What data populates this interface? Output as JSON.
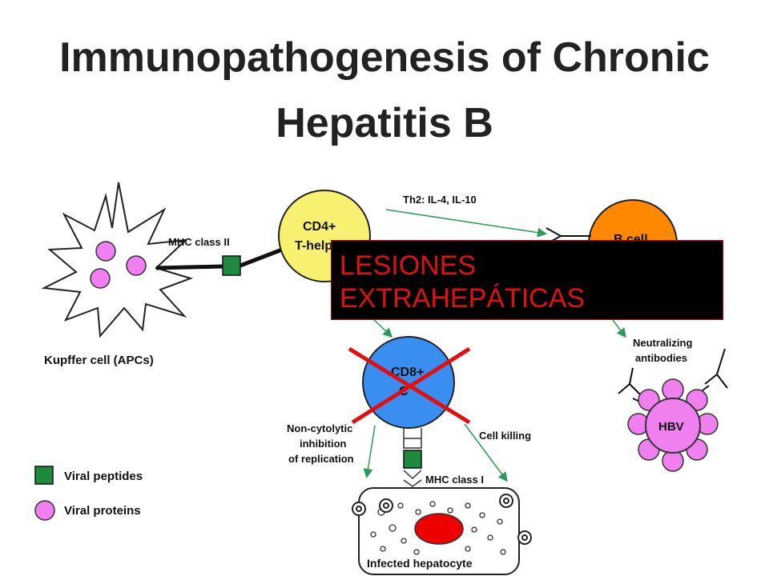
{
  "title": {
    "line1": "Immunopathogenesis of Chronic",
    "line2": "Hepatitis B"
  },
  "labels": {
    "kupffer": "Kupffer cell (APCs)",
    "mhc2": "MHC class II",
    "cd4_line1": "CD4+",
    "cd4_line2": "T-help",
    "th2": "Th2: IL-4, IL-10",
    "bcell": "B cell",
    "neutralizing_line1": "Neutralizing",
    "neutralizing_line2": "antibodies",
    "hbv": "HBV",
    "cd8_line1": "CD8+",
    "cd8_line2": "C",
    "noncyto_line1": "Non-cytolytic",
    "noncyto_line2": "inhibition",
    "noncyto_line3": "of replication",
    "cell_killing": "Cell killing",
    "mhc1": "MHC class I",
    "hepatocyte": "Infected hepatocyte",
    "legend_peptides": "Viral peptides",
    "legend_proteins": "Viral proteins"
  },
  "overlay": {
    "line1": "LESIONES",
    "line2": "EXTRAHEPÁTICAS"
  },
  "colors": {
    "cd4": "#f8f070",
    "bcell": "#ff8800",
    "cd8": "#3a8ef0",
    "viral_protein": "#f080f0",
    "viral_peptide": "#1e8a3e",
    "arrow": "#2e9a5a",
    "cross": "#e01010",
    "nucleus": "#ee0000"
  }
}
